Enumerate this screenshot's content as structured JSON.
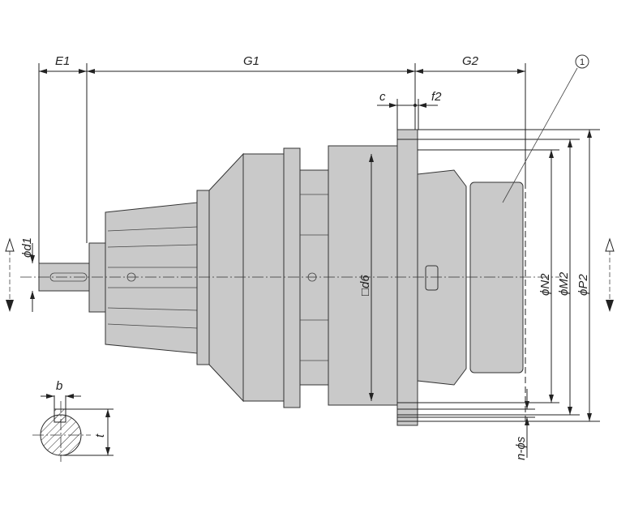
{
  "drawing": {
    "dimensions": {
      "E1": "E1",
      "G1": "G1",
      "G2": "G2",
      "c": "c",
      "f2": "f2",
      "d1": "ϕd1",
      "d6": "□d6",
      "N2": "ϕN2",
      "M2": "ϕM2",
      "P2": "ϕP2",
      "b": "b",
      "t": "t",
      "ns": "n-ϕs"
    },
    "callout": "1",
    "colors": {
      "body": "#c9c9c9",
      "line": "#222222"
    }
  }
}
